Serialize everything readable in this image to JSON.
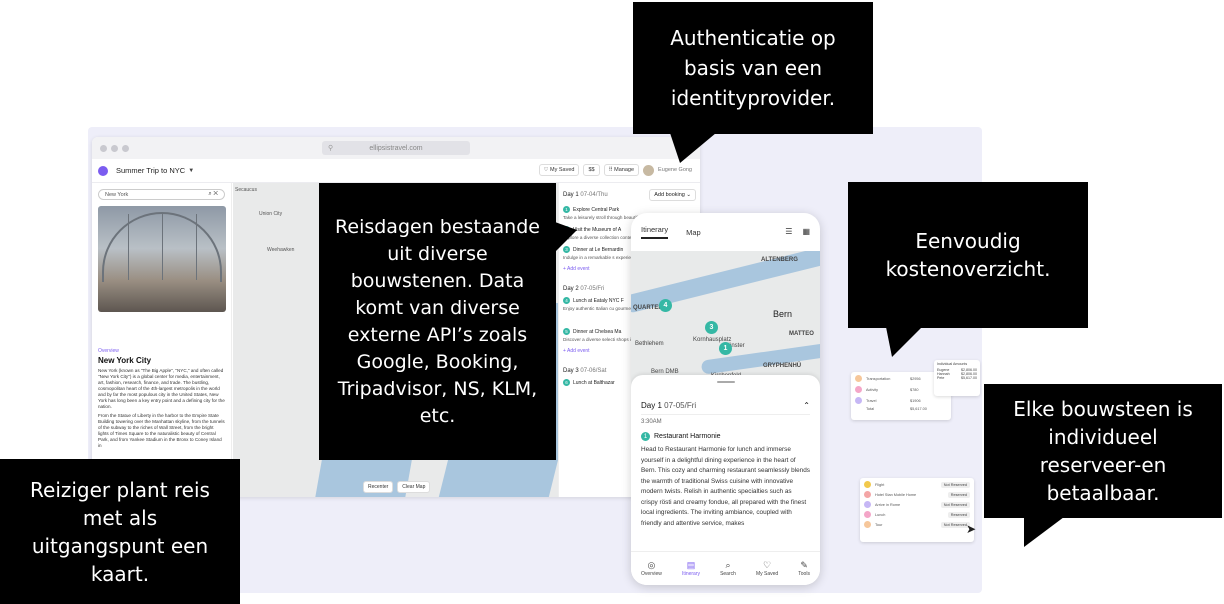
{
  "browser": {
    "url": "ellipsistravel.com",
    "trip_title": "Summer Trip to NYC",
    "actions": [
      "My Saved",
      "$$",
      "Manage"
    ],
    "user_name": "Eugene Gong"
  },
  "left_panel": {
    "search_value": "New York",
    "overview_label": "Overview",
    "city_title": "New York City",
    "city_text_1": "New York (known as \"The Big Apple\", \"NYC,\" and often called \"New York City\") is a global center for media, entertainment, art, fashion, research, finance, and trade. The bustling, cosmopolitan heart of the 4th-largest metropolis in the world and by far the most populous city in the United States, New York has long been a key entry point and a defining city for the nation.",
    "city_text_2": "From the Statue of Liberty in the harbor to the Empire State Building towering over the Manhattan skyline, from the tunnels of the subway to the riches of Wall Street, from the bright lights of Times Square to the naturalistic beauty of Central Park, and from Yankee Stadium in the Bronx to Coney Island in"
  },
  "map": {
    "labels": [
      "Union City",
      "Weehawken",
      "Secaucus"
    ],
    "buttons": [
      "Recenter",
      "Clear Map"
    ]
  },
  "itinerary": {
    "add_booking": "Add booking",
    "add_event": "+ Add event",
    "days": [
      {
        "day": "Day 1",
        "date": "07-04/Thu",
        "events": [
          {
            "num": "1",
            "title": "Explore Central Park",
            "desc": "Take a leisurely stroll through beautiful landscapes and"
          },
          {
            "num": "2",
            "title": "Visit the Museum of A",
            "desc": "Explore a diverse collection contemporary art"
          },
          {
            "num": "3",
            "title": "Dinner at Le Bernardin",
            "desc": "Indulge in a remarkable s experience at a world-ren"
          }
        ]
      },
      {
        "day": "Day 2",
        "date": "07-05/Fri",
        "events": [
          {
            "num": "4",
            "title": "Lunch at Eataly NYC F",
            "desc": "Enjoy authentic Italian cu gourmet Italian products marketplace."
          },
          {
            "num": "5",
            "title": "Dinner at Chelsea Ma",
            "desc": "Discover a diverse selecti shops in a historic industr"
          }
        ]
      },
      {
        "day": "Day 3",
        "date": "07-06/Sat",
        "events": [
          {
            "num": "6",
            "title": "Lunch at Balthazar",
            "desc": ""
          }
        ]
      }
    ]
  },
  "phone": {
    "tabs": [
      "Itinerary",
      "Map"
    ],
    "map_labels": [
      "ALTENBERG",
      "Bern",
      "QUARTER",
      "Kirchenfeld",
      "MATTEO",
      "GRYPHENHÜ",
      "Bern DMB",
      "Bethlehem",
      "Münster",
      "Kornhausplatz"
    ],
    "pins": [
      "4",
      "3",
      "1"
    ],
    "day": "Day 1",
    "date": "07-05/Fri",
    "time": "3:30AM",
    "event_num": "1",
    "event_title": "Restaurant Harmonie",
    "event_desc": "Head to Restaurant Harmonie for lunch and immerse yourself in a delightful dining experience in the heart of Bern. This cozy and charming restaurant seamlessly blends the warmth of traditional Swiss cuisine with innovative modern twists. Relish in authentic specialties such as crispy rösti and creamy fondue, all prepared with the finest local ingredients. The inviting ambiance, coupled with friendly and attentive service, makes",
    "nav": [
      "Overview",
      "Itinerary",
      "Search",
      "My Saved",
      "Tools"
    ]
  },
  "cost_card": {
    "rows": [
      {
        "label": "Transportation",
        "value": "$2956"
      },
      {
        "label": "Activity",
        "value": "$780"
      },
      {
        "label": "Travel",
        "value": "$1906"
      },
      {
        "label": "Total",
        "value": "$5,617.00"
      }
    ],
    "side_title": "Individual Amounts",
    "side_people": [
      "Eugene",
      "Hannah",
      "Pete"
    ],
    "side_amounts": [
      "$2,806.00",
      "$2,806.00",
      "$5,617.00"
    ]
  },
  "status_card": {
    "rows": [
      {
        "label": "Flight",
        "status": "Not Reserved",
        "color": "#f2c94c"
      },
      {
        "label": "Hotel Stan Mobile Home",
        "status": "Reserved",
        "color": "#f4a6a6"
      },
      {
        "label": "Arrive in Rome",
        "status": "Not Reserved",
        "color": "#c6b7f5"
      },
      {
        "label": "Lunch",
        "status": "Reserved",
        "color": "#f4a6c8"
      },
      {
        "label": "Tour",
        "status": "Not Reserved",
        "color": "#f6c79b"
      }
    ]
  },
  "callouts": {
    "auth": "Authenticatie op basis van een identityprovider.",
    "days": "Reisdagen bestaande uit diverse bouwstenen. Data komt van diverse externe API’s zoals Google, Booking, Tripadvisor, NS, KLM, etc.",
    "cost": "Eenvoudig kostenoverzicht.",
    "blocks": "Elke bouwsteen is individueel reserveer-en betaalbaar.",
    "map": "Reiziger plant reis met als uitgangspunt een kaart."
  }
}
